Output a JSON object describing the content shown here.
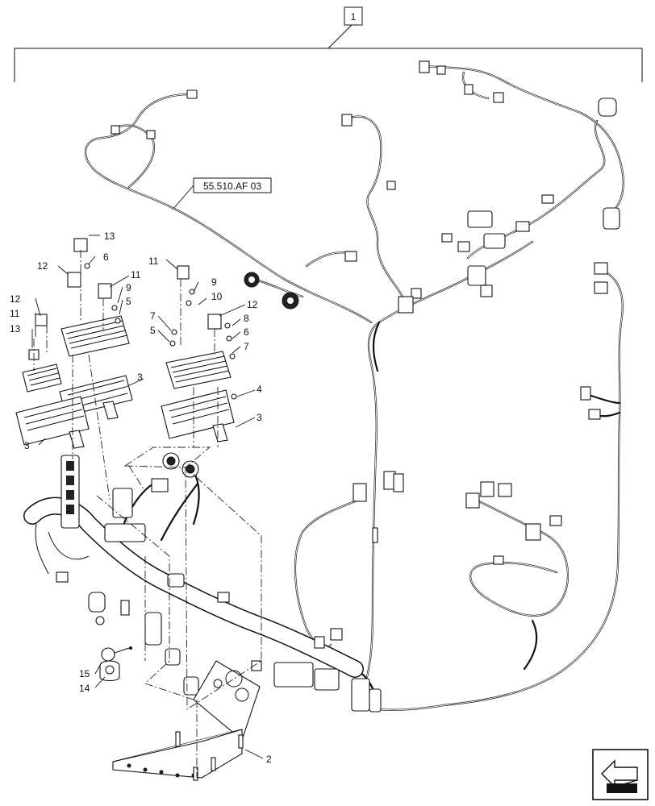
{
  "assembly_item": "1",
  "reference_label": "55.510.AF 03",
  "callouts": {
    "c2": "2",
    "c3a": "3",
    "c3b": "3",
    "c3c": "3",
    "c4": "4",
    "c5a": "5",
    "c5b": "5",
    "c6a": "6",
    "c6b": "6",
    "c7a": "7",
    "c7b": "7",
    "c8": "8",
    "c9a": "9",
    "c9b": "9",
    "c10": "10",
    "c11a": "11",
    "c11b": "11",
    "c11c": "11",
    "c12a": "12",
    "c12b": "12",
    "c12c": "12",
    "c13a": "13",
    "c13b": "13",
    "c14": "14",
    "c15": "15"
  },
  "nav_icon": "next-page-arrow-icon"
}
